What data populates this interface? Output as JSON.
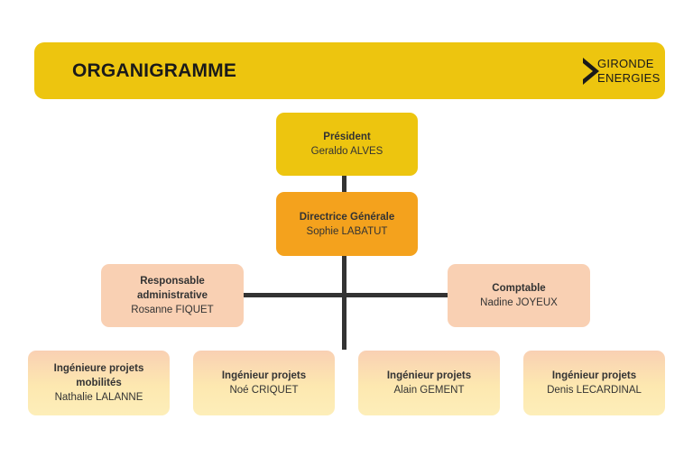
{
  "header": {
    "title": "ORGANIGRAMME",
    "logo": {
      "line1": "GIRONDE",
      "line2": "ENERGIES"
    }
  },
  "org": {
    "president": {
      "role": "Président",
      "name": "Geraldo ALVES"
    },
    "directrice": {
      "role": "Directrice Générale",
      "name": "Sophie LABATUT"
    },
    "responsable": {
      "role_line1": "Responsable",
      "role_line2": "administrative",
      "name": "Rosanne FIQUET"
    },
    "comptable": {
      "role": "Comptable",
      "name": "Nadine JOYEUX"
    },
    "engineers": [
      {
        "role_line1": "Ingénieure projets",
        "role_line2": "mobilités",
        "name": "Nathalie LALANNE"
      },
      {
        "role_line1": "Ingénieur projets",
        "role_line2": "",
        "name": "Noé CRIQUET"
      },
      {
        "role_line1": "Ingénieur projets",
        "role_line2": "",
        "name": "Alain GEMENT"
      },
      {
        "role_line1": "Ingénieur projets",
        "role_line2": "",
        "name": "Denis LECARDINAL"
      }
    ]
  },
  "colors": {
    "header": "#edc50f",
    "president": "#edc50f",
    "directrice": "#f4a21d",
    "staff": "#f9d0b3",
    "engineer_bottom": "#fdeeb9",
    "connector": "#333333"
  }
}
